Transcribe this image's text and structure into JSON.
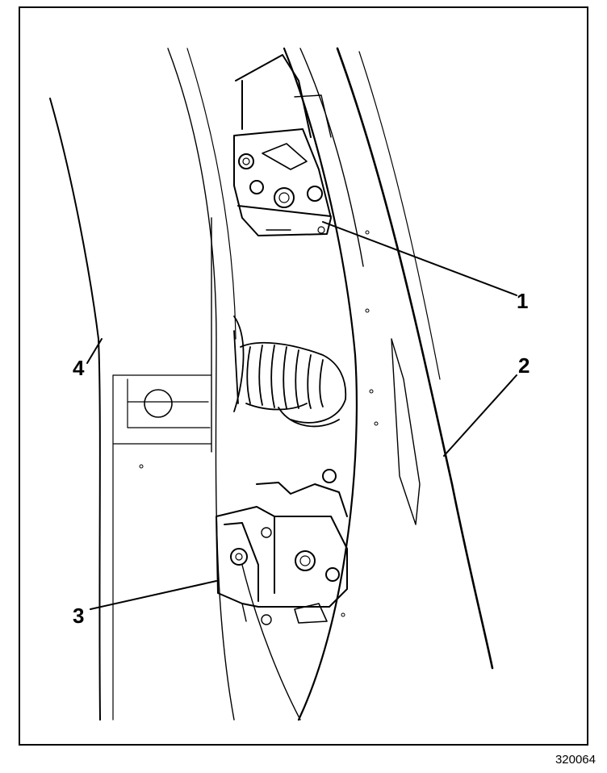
{
  "figure": {
    "id": "320064",
    "callouts": [
      {
        "key": "c1",
        "label": "1"
      },
      {
        "key": "c2",
        "label": "2"
      },
      {
        "key": "c3",
        "label": "3"
      },
      {
        "key": "c4",
        "label": "4"
      }
    ]
  },
  "colors": {
    "ink": "#000000",
    "paper": "#ffffff"
  }
}
